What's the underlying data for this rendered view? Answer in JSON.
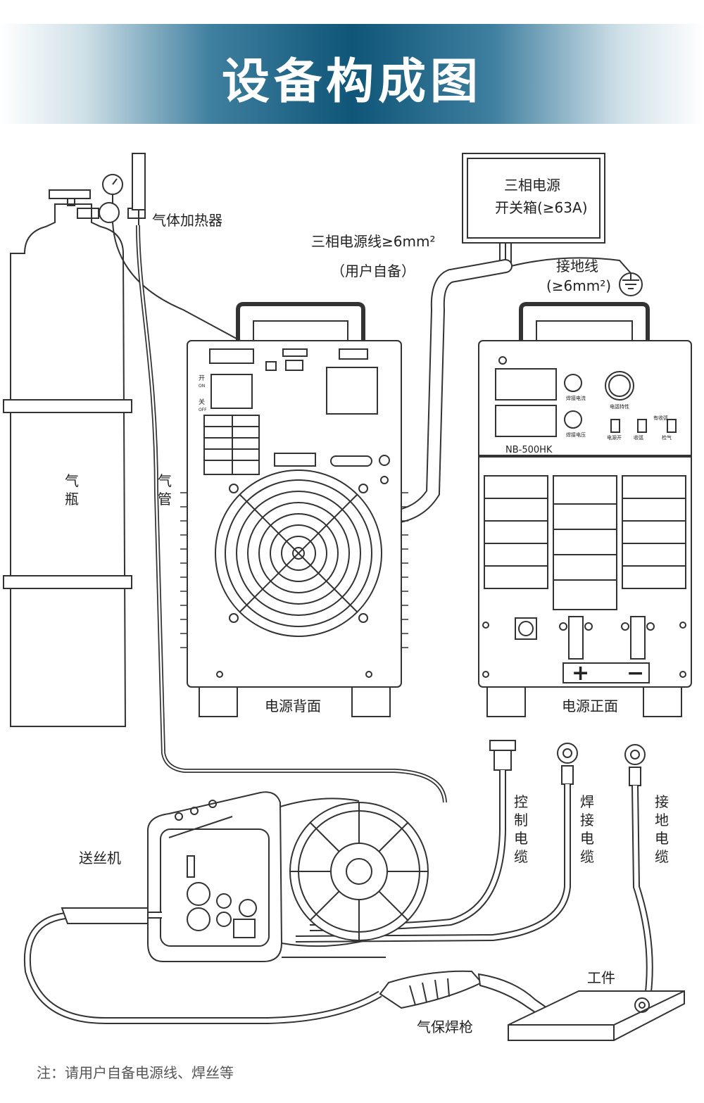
{
  "banner": {
    "title": "设备构成图"
  },
  "labels": {
    "gas_cylinder": [
      "气",
      "瓶"
    ],
    "gas_hose": [
      "气",
      "管"
    ],
    "gas_heater": "气体加热器",
    "switch_box": [
      "三相电源",
      "开关箱(≥63A)"
    ],
    "power_cable": "三相电源线≥6mm²",
    "user_supplied": "（用户自备）",
    "ground_wire": [
      "接地线",
      "(≥6mm²)"
    ],
    "rear_caption": "电源背面",
    "front_caption": "电源正面",
    "model": "NB-500HK",
    "switch_on": [
      "开",
      "ON"
    ],
    "switch_off": [
      "关",
      "OFF"
    ],
    "plus": "+",
    "minus": "−",
    "wire_feeder": "送丝机",
    "control_cable": [
      "控",
      "制",
      "电",
      "缆"
    ],
    "welding_cable": [
      "焊",
      "接",
      "电",
      "缆"
    ],
    "ground_cable": [
      "接",
      "地",
      "电",
      "缆"
    ],
    "workpiece": "工件",
    "torch": "气保焊枪"
  },
  "front_panel_small": {
    "knob1": "焊接电流",
    "knob2": "焊接电压",
    "knob3": "电弧特性",
    "sw1": "电源开",
    "sw2": "收弧",
    "sw3": "检气",
    "sw4": "有收弧"
  },
  "note": "注：请用户自备电源线、焊丝等"
}
